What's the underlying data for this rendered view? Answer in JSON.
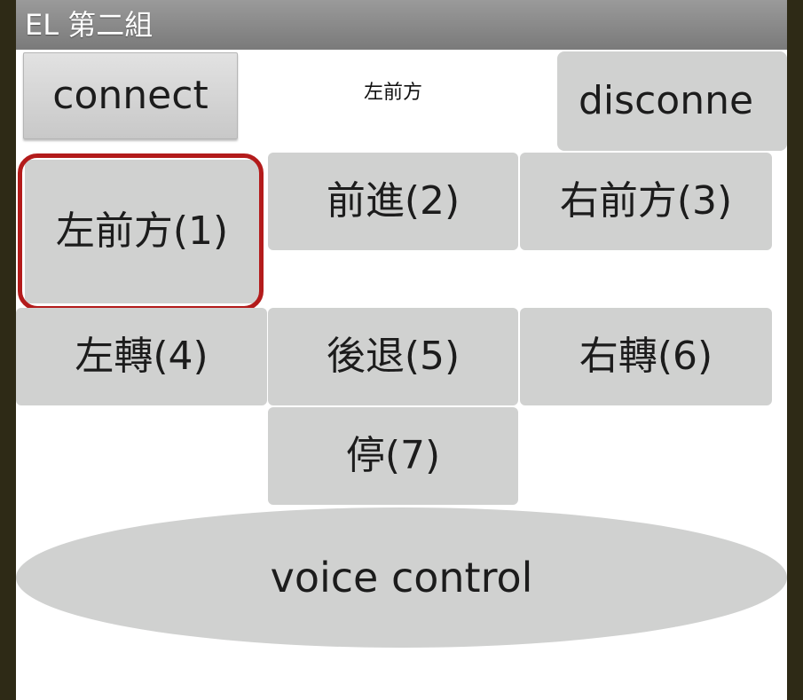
{
  "app": {
    "title": "EL 第二組"
  },
  "toolbar": {
    "connect_label": "connect",
    "status_text": "左前方",
    "disconnect_label": "disconne"
  },
  "controls": {
    "forward_left": "左前方(1)",
    "forward": "前進(2)",
    "forward_right": "右前方(3)",
    "turn_left": "左轉(4)",
    "backward": "後退(5)",
    "turn_right": "右轉(6)",
    "stop": "停(7)"
  },
  "voice": {
    "label": "voice control"
  },
  "colors": {
    "button_bg": "#d0d1d0",
    "highlight": "#b31b1b",
    "titlebar": "#8a8a8a"
  }
}
